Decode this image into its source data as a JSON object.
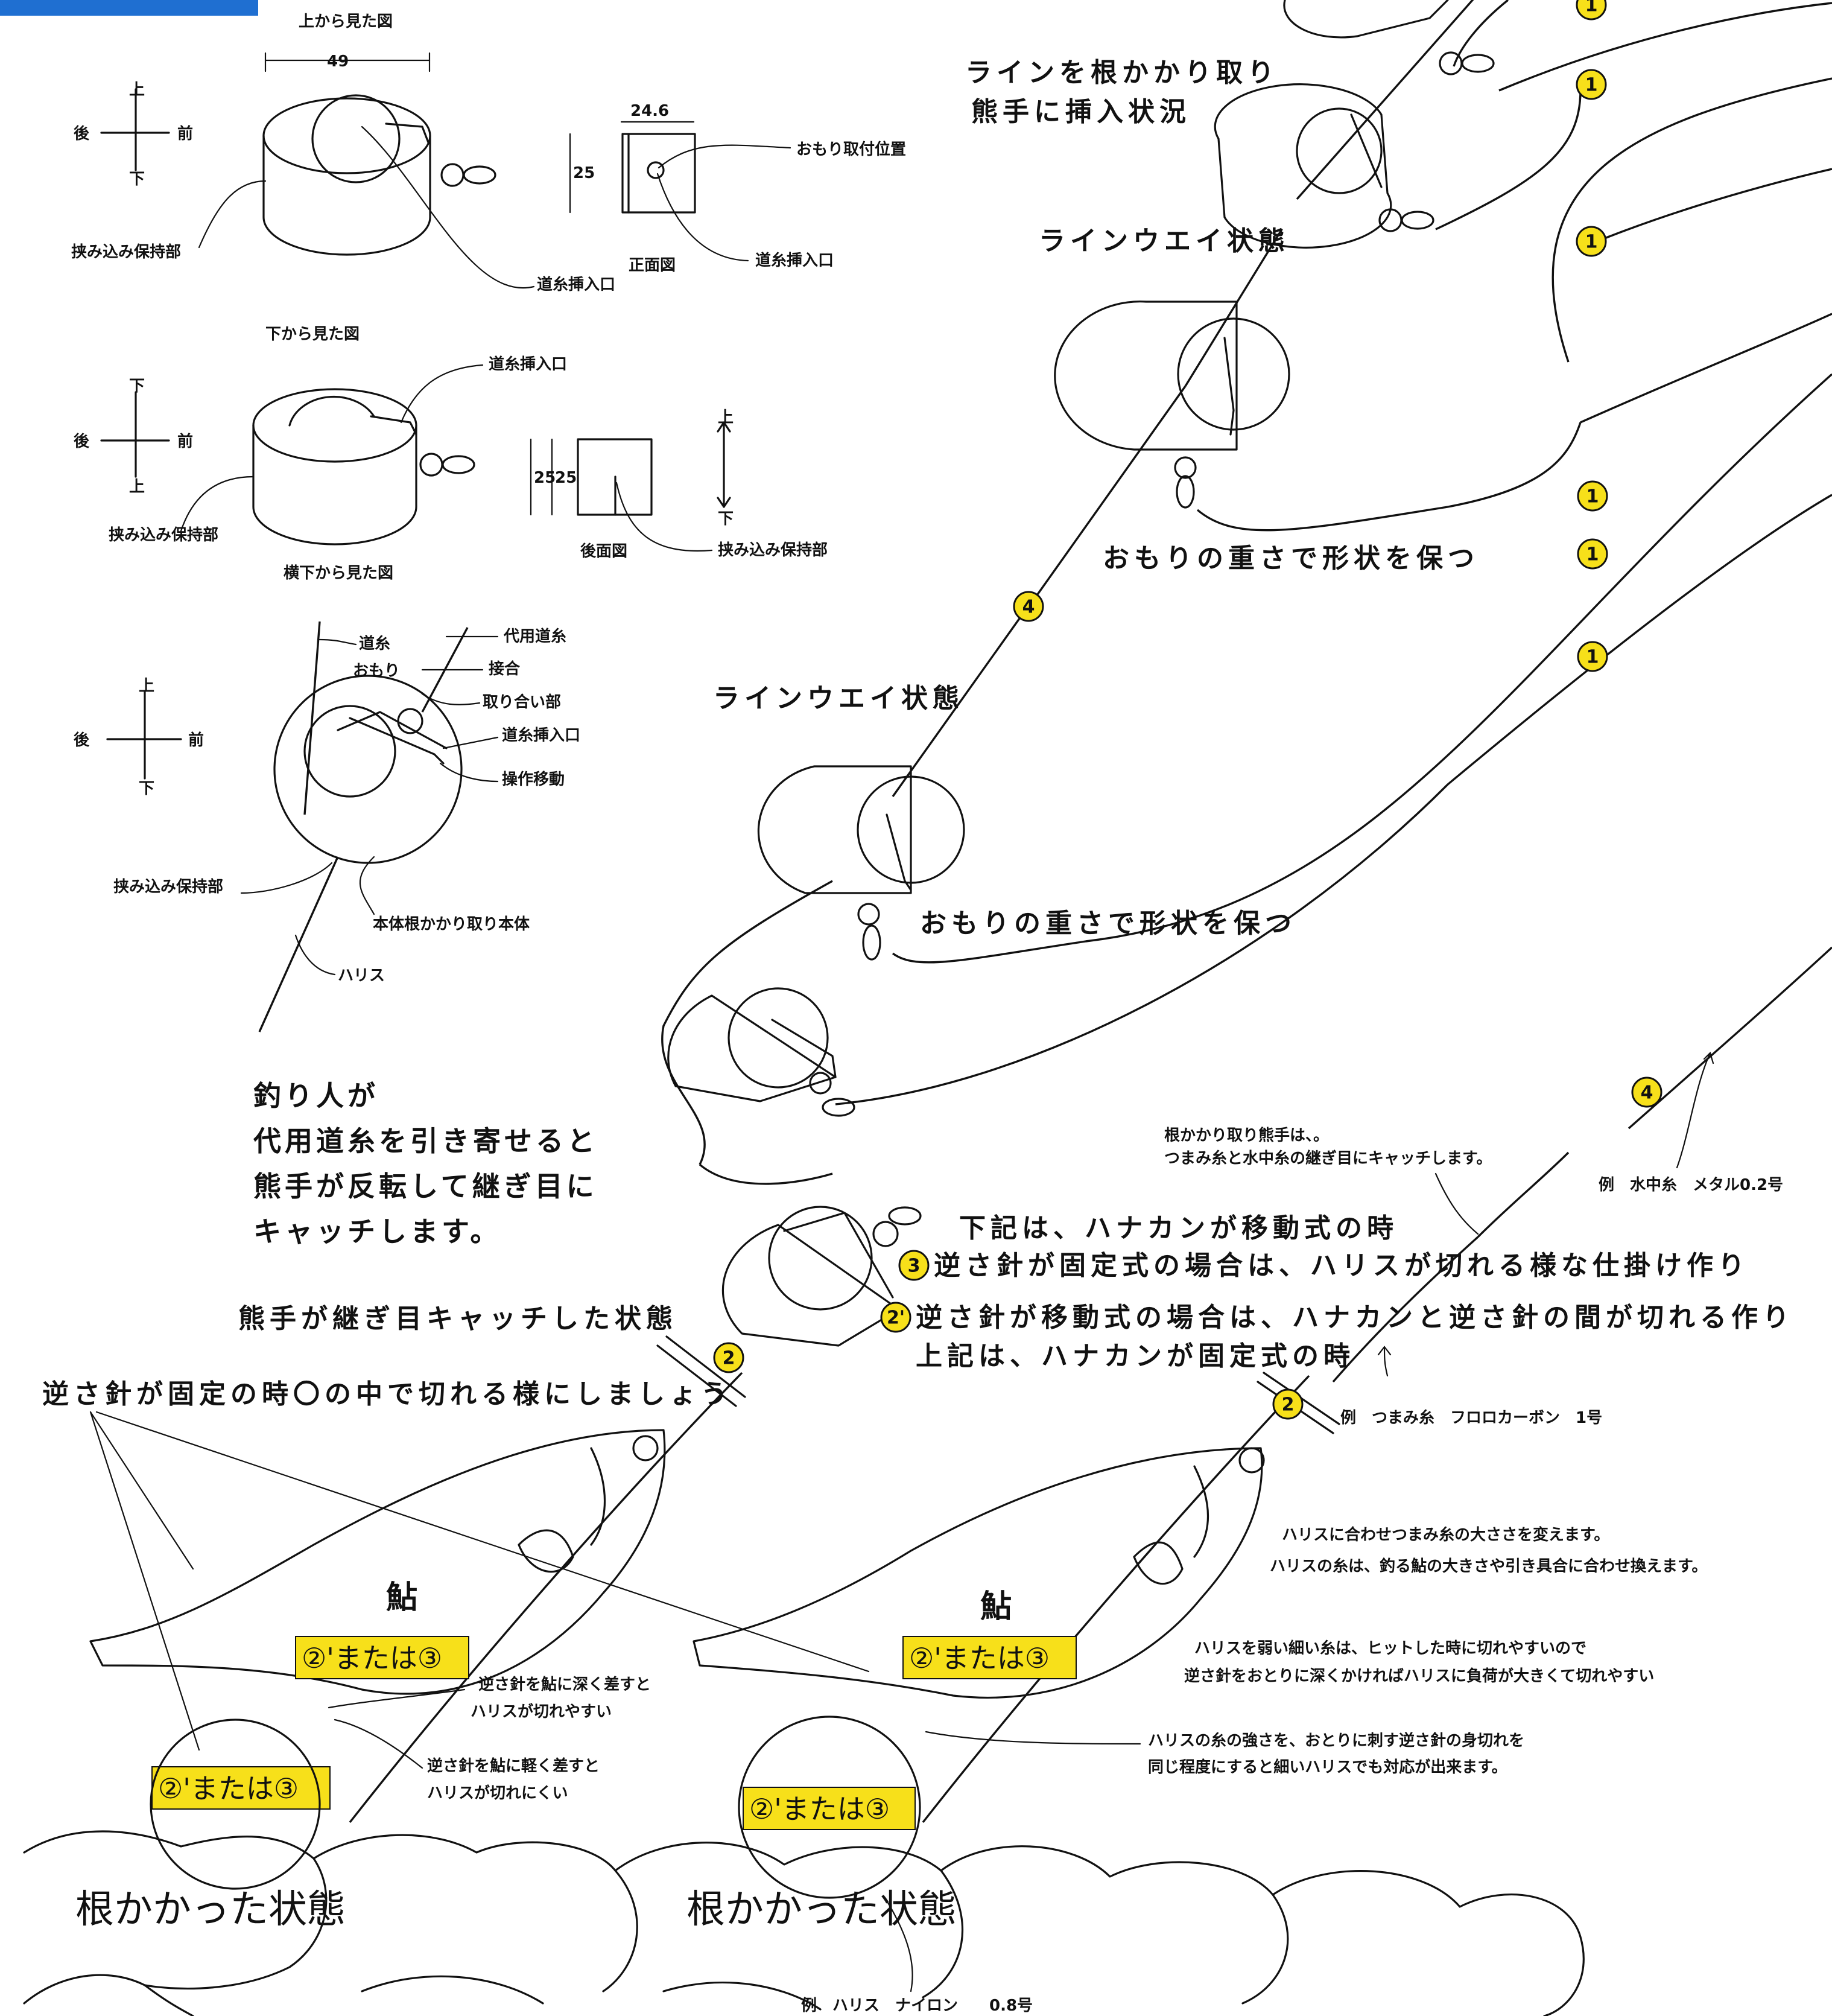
{
  "labels": {
    "top_view_title": "上から見た図",
    "dim_49": "49",
    "dim_24_6": "24.6",
    "dim_25_a": "25",
    "dim_25_b": "25",
    "dim_25_c": "25",
    "dir_up": "上",
    "dir_down": "下",
    "dir_back": "後",
    "dir_front": "前",
    "weight_position": "おもり取付位置",
    "front_view": "正面図",
    "line_inlet": "道糸挿入口",
    "clamp_holder": "挟み込み保持部",
    "bottom_view_title": "下から見た図",
    "rear_view": "後面図",
    "side_bottom_view": "横下から見た図",
    "main_line": "道糸",
    "sinker": "おもり",
    "substitute_line": "代用道糸",
    "joint": "接合",
    "engagement": "取り合い部",
    "operation_move": "操作移動",
    "body": "本体根かかり取り本体",
    "harisu": "ハリス",
    "inserted_title_1": "ラインを根かかり取り",
    "inserted_title_2": "熊手に挿入状況",
    "line_way_1": "ラインウエイ状態",
    "keep_shape_1": "おもりの重さで形状を保つ",
    "line_way_2": "ラインウエイ状態",
    "keep_shape_2": "おもりの重さで形状を保つ",
    "angler_1": "釣り人が",
    "angler_2": "代用道糸を引き寄せると",
    "angler_3": "熊手が反転して継ぎ目に",
    "angler_4": "キャッチします。",
    "caught_state": "熊手が継ぎ目キャッチした状態",
    "reverse_fixed": "逆さ針が固定の時〇の中で切れる様にしましょう",
    "note_rake_1": "根かかり取り熊手は、。",
    "note_rake_2": "つまみ糸と水中糸の継ぎ目にキャッチします。",
    "example_underwater": "例　水中糸　メタル0.2号",
    "below_moving": "下記は、ハナカンが移動式の時",
    "fixed_case": "逆さ針が固定式の場合は、ハリスが切れる様な仕掛け作り",
    "moving_case": "逆さ針が移動式の場合は、ハナカンと逆さ針の間が切れる作り",
    "above_fixed": "上記は、ハナカンが固定式の時",
    "example_pinch": "例　つまみ糸　フロロカーボン　1号",
    "adjust_1": "ハリスに合わせつまみ糸の大ささを変えます。",
    "adjust_2": "ハリスの糸は、釣る鮎の大きさや引き具合に合わせ換えます。",
    "weak_1": "ハリスを弱い細い糸は、ヒットした時に切れやすいので",
    "weak_2": "逆さ針をおとりに深くかければハリスに負荷が大きくて切れやすい",
    "strength_1": "ハリスの糸の強さを、おとりに刺す逆さ針の身切れを",
    "strength_2": "同じ程度にすると細いハリスでも対応が出来ます。",
    "deep_1": "逆さ針を鮎に深く差すと",
    "deep_2": "ハリスが切れやすい",
    "light_1": "逆さ針を鮎に軽く差すと",
    "light_2": "ハリスが切れにくい",
    "ayu_1": "鮎",
    "ayu_2": "鮎",
    "snagged_1": "根かかった状態",
    "snagged_2": "根かかった状態",
    "example_harisu": "例　ハリス　ナイロン　　0.8号",
    "or_label_1": "②'または③",
    "or_label_2": "②'または③",
    "or_label_3": "②'または③",
    "or_label_4": "②'または③"
  },
  "badges": {
    "b1": "1",
    "b2": "2",
    "b3": "3",
    "b4": "4",
    "b2p": "2'"
  },
  "colors": {
    "badge_fill": "#f7e01a",
    "corner_band": "#1f6fd1",
    "line": "#111111"
  }
}
